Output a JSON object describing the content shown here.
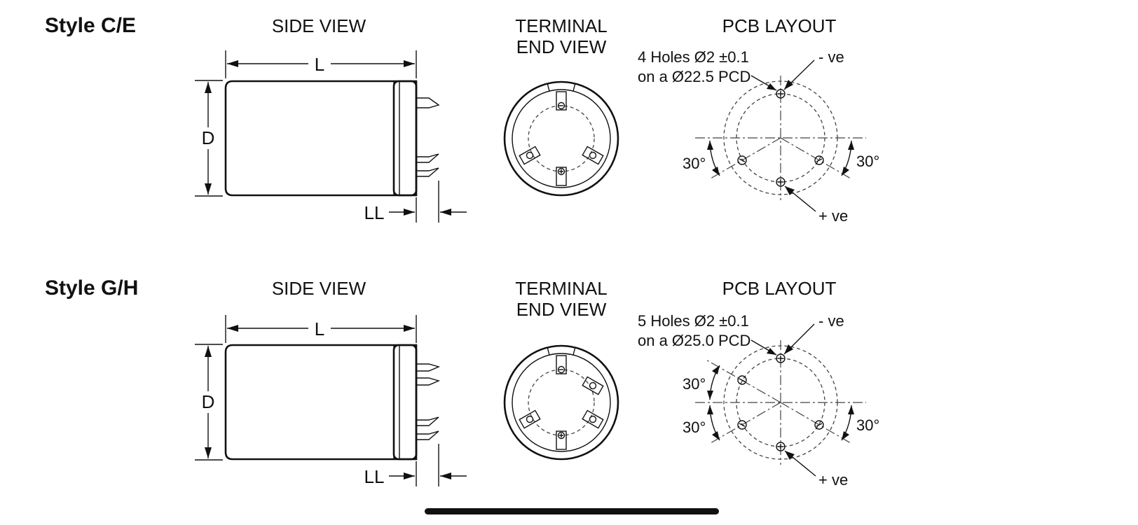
{
  "styles": [
    {
      "title": "Style C/E",
      "side_view": {
        "heading": "SIDE VIEW",
        "length_label": "L",
        "diameter_label": "D",
        "lead_label": "LL"
      },
      "terminal_view": {
        "heading_line1": "TERMINAL",
        "heading_line2": "END VIEW"
      },
      "pcb_layout": {
        "heading": "PCB LAYOUT",
        "note_line1": "4 Holes Ø2 ±0.1",
        "note_line2": "on a Ø22.5 PCD",
        "neg_label": "- ve",
        "pos_label": "+ ve",
        "angle_left": "30°",
        "angle_right": "30°"
      }
    },
    {
      "title": "Style G/H",
      "side_view": {
        "heading": "SIDE VIEW",
        "length_label": "L",
        "diameter_label": "D",
        "lead_label": "LL"
      },
      "terminal_view": {
        "heading_line1": "TERMINAL",
        "heading_line2": "END VIEW"
      },
      "pcb_layout": {
        "heading": "PCB LAYOUT",
        "note_line1": "5 Holes Ø2 ±0.1",
        "note_line2": "on a Ø25.0 PCD",
        "neg_label": "- ve",
        "pos_label": "+ ve",
        "angle_upper_left": "30°",
        "angle_lower_left": "30°",
        "angle_right": "30°"
      }
    }
  ]
}
